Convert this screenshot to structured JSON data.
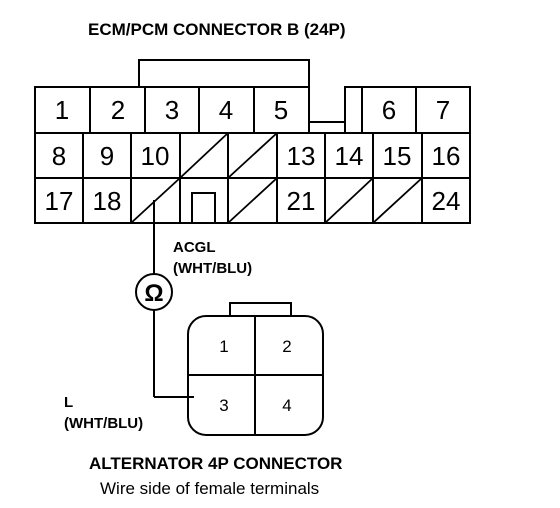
{
  "diagram": {
    "ecm_title": "ECM/PCM CONNECTOR B (24P)",
    "ecm_rows": [
      [
        "1",
        "2",
        "3",
        "4",
        "5",
        "",
        "6",
        "7"
      ],
      [
        "8",
        "9",
        "10",
        "",
        "",
        "13",
        "14",
        "15",
        "16"
      ],
      [
        "17",
        "18",
        "",
        "",
        "",
        "21",
        "",
        "",
        "24"
      ]
    ],
    "meter_symbol": "Ω",
    "acgl_label": "ACGL",
    "acgl_wire": "(WHT/BLU)",
    "l_label": "L",
    "l_wire": "(WHT/BLU)",
    "alt_pins": [
      "1",
      "2",
      "3",
      "4"
    ],
    "alt_title": "ALTERNATOR 4P CONNECTOR",
    "alt_subtitle": "Wire side of female terminals"
  }
}
